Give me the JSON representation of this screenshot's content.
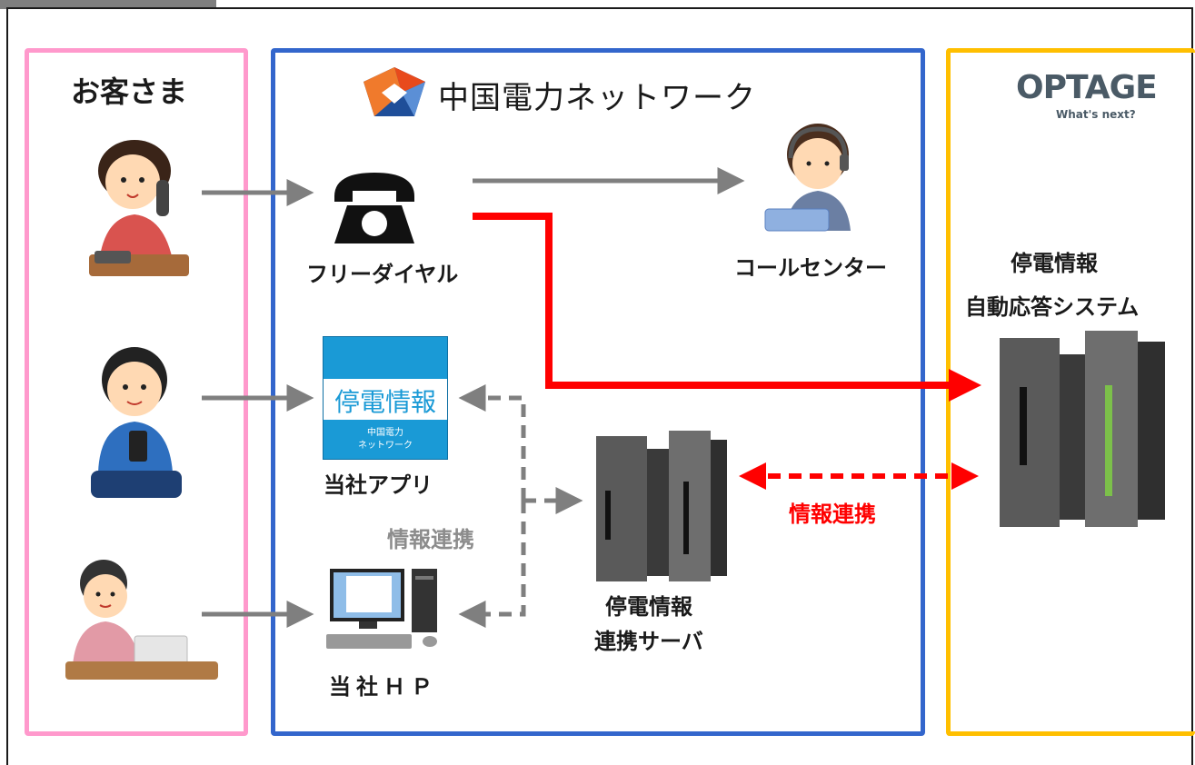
{
  "customers": {
    "title": "お客さま"
  },
  "network": {
    "company_name": "中国電力ネットワーク"
  },
  "optage": {
    "logo_text": "OPTAGE",
    "tagline": "What's next?"
  },
  "nodes": {
    "free_dial": "フリーダイヤル",
    "call_center": "コールセンター",
    "app": "当社アプリ",
    "app_icon_title": "停電情報",
    "app_icon_sub1": "中国電力",
    "app_icon_sub2": "ネットワーク",
    "hp": "当社ＨＰ",
    "link_server_line1": "停電情報",
    "link_server_line2": "連携サーバ",
    "auto_system_line1": "停電情報",
    "auto_system_line2": "自動応答システム"
  },
  "connections": {
    "info_link_gray": "情報連携",
    "info_link_red": "情報連携"
  },
  "colors": {
    "customers_border": "#ff99cc",
    "network_border": "#3366cc",
    "optage_border": "#ffbf00",
    "arrow_gray": "#7f7f7f",
    "arrow_red": "#ff0000"
  }
}
